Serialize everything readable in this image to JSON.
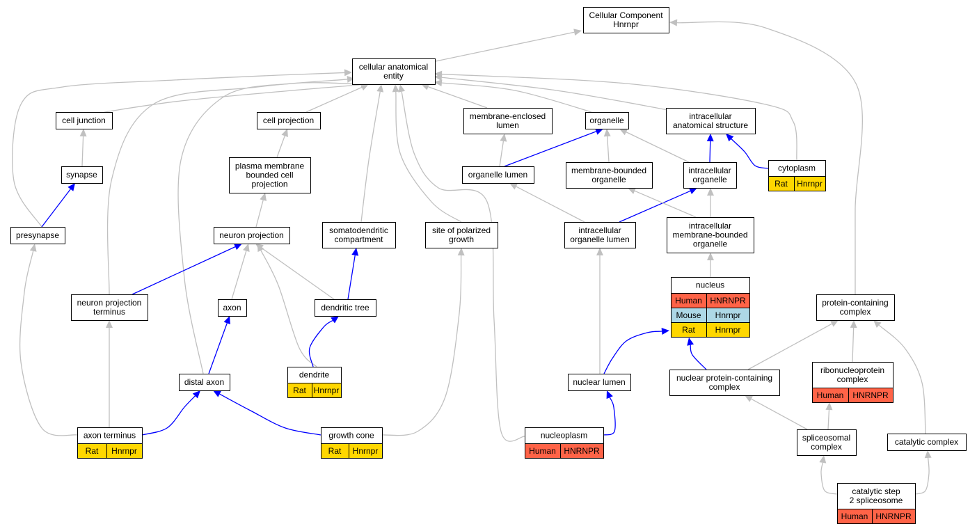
{
  "colors": {
    "gray_edge": "#c0c0c0",
    "blue_edge": "#0000ff",
    "Human": "#ff6347",
    "Mouse": "#add8e6",
    "Rat": "#ffd700"
  },
  "nodes": {
    "cc": {
      "lines": [
        "Cellular Component",
        "Hnrnpr"
      ]
    },
    "cae": {
      "lines": [
        "cellular anatomical",
        "entity"
      ]
    },
    "cj": {
      "lines": [
        "cell junction"
      ]
    },
    "cp": {
      "lines": [
        "cell projection"
      ]
    },
    "mel": {
      "lines": [
        "membrane-enclosed",
        "lumen"
      ]
    },
    "org": {
      "lines": [
        "organelle"
      ]
    },
    "ias": {
      "lines": [
        "intracellular",
        "anatomical structure"
      ]
    },
    "syn": {
      "lines": [
        "synapse"
      ]
    },
    "pmbcp": {
      "lines": [
        "plasma membrane",
        "bounded cell",
        "projection"
      ]
    },
    "orglum": {
      "lines": [
        "organelle lumen"
      ]
    },
    "mbo": {
      "lines": [
        "membrane-bounded",
        "organelle"
      ]
    },
    "io": {
      "lines": [
        "intracellular",
        "organelle"
      ]
    },
    "cyto": {
      "lines": [
        "cytoplasm"
      ],
      "rows": [
        [
          "Rat",
          "Hnrnpr"
        ]
      ]
    },
    "pre": {
      "lines": [
        "presynapse"
      ]
    },
    "np": {
      "lines": [
        "neuron projection"
      ]
    },
    "sdc": {
      "lines": [
        "somatodendritic",
        "compartment"
      ]
    },
    "spg": {
      "lines": [
        "site of polarized",
        "growth"
      ]
    },
    "iol": {
      "lines": [
        "intracellular",
        "organelle lumen"
      ]
    },
    "imbo": {
      "lines": [
        "intracellular",
        "membrane-bounded",
        "organelle"
      ]
    },
    "nucleus": {
      "lines": [
        "nucleus"
      ],
      "rows": [
        [
          "Human",
          "HNRNPR"
        ],
        [
          "Mouse",
          "Hnrnpr"
        ],
        [
          "Rat",
          "Hnrnpr"
        ]
      ]
    },
    "pcc": {
      "lines": [
        "protein-containing",
        "complex"
      ]
    },
    "npt": {
      "lines": [
        "neuron projection",
        "terminus"
      ]
    },
    "axon": {
      "lines": [
        "axon"
      ]
    },
    "dt": {
      "lines": [
        "dendritic tree"
      ]
    },
    "dendrite": {
      "lines": [
        "dendrite"
      ],
      "rows": [
        [
          "Rat",
          "Hnrnpr"
        ]
      ]
    },
    "rnp": {
      "lines": [
        "ribonucleoprotein",
        "complex"
      ],
      "rows": [
        [
          "Human",
          "HNRNPR"
        ]
      ]
    },
    "da": {
      "lines": [
        "distal axon"
      ]
    },
    "nl": {
      "lines": [
        "nuclear lumen"
      ]
    },
    "npcc": {
      "lines": [
        "nuclear protein-containing",
        "complex"
      ]
    },
    "at": {
      "lines": [
        "axon terminus"
      ],
      "rows": [
        [
          "Rat",
          "Hnrnpr"
        ]
      ]
    },
    "gc": {
      "lines": [
        "growth cone"
      ],
      "rows": [
        [
          "Rat",
          "Hnrnpr"
        ]
      ]
    },
    "nucleoplasm": {
      "lines": [
        "nucleoplasm"
      ],
      "rows": [
        [
          "Human",
          "HNRNPR"
        ]
      ]
    },
    "sc": {
      "lines": [
        "spliceosomal",
        "complex"
      ]
    },
    "catc": {
      "lines": [
        "catalytic complex"
      ]
    },
    "cs2": {
      "lines": [
        "catalytic step",
        "2 spliceosome"
      ],
      "rows": [
        [
          "Human",
          "HNRNPR"
        ]
      ]
    }
  },
  "edges": [
    {
      "from": "cae",
      "to": "cc",
      "type": "is_a"
    },
    {
      "from": "pcc",
      "to": "cc",
      "type": "is_a"
    },
    {
      "from": "cj",
      "to": "cae",
      "type": "is_a"
    },
    {
      "from": "cp",
      "to": "cae",
      "type": "is_a"
    },
    {
      "from": "mel",
      "to": "cae",
      "type": "is_a"
    },
    {
      "from": "org",
      "to": "cae",
      "type": "is_a"
    },
    {
      "from": "ias",
      "to": "cae",
      "type": "is_a"
    },
    {
      "from": "cyto",
      "to": "cae",
      "type": "is_a"
    },
    {
      "from": "pre",
      "to": "cae",
      "type": "is_a"
    },
    {
      "from": "npt",
      "to": "cae",
      "type": "is_a"
    },
    {
      "from": "da",
      "to": "cae",
      "type": "is_a"
    },
    {
      "from": "sdc",
      "to": "cae",
      "type": "is_a"
    },
    {
      "from": "spg",
      "to": "cae",
      "type": "is_a"
    },
    {
      "from": "nucleoplasm",
      "to": "cae",
      "type": "is_a"
    },
    {
      "from": "syn",
      "to": "cj",
      "type": "is_a"
    },
    {
      "from": "pmbcp",
      "to": "cp",
      "type": "is_a"
    },
    {
      "from": "orglum",
      "to": "mel",
      "type": "is_a"
    },
    {
      "from": "orglum",
      "to": "org",
      "type": "part_of"
    },
    {
      "from": "mbo",
      "to": "org",
      "type": "is_a"
    },
    {
      "from": "io",
      "to": "org",
      "type": "is_a"
    },
    {
      "from": "io",
      "to": "ias",
      "type": "part_of"
    },
    {
      "from": "cyto",
      "to": "ias",
      "type": "part_of"
    },
    {
      "from": "pre",
      "to": "syn",
      "type": "part_of"
    },
    {
      "from": "np",
      "to": "pmbcp",
      "type": "is_a"
    },
    {
      "from": "iol",
      "to": "orglum",
      "type": "is_a"
    },
    {
      "from": "iol",
      "to": "io",
      "type": "part_of"
    },
    {
      "from": "imbo",
      "to": "mbo",
      "type": "is_a"
    },
    {
      "from": "imbo",
      "to": "io",
      "type": "is_a"
    },
    {
      "from": "nucleus",
      "to": "imbo",
      "type": "is_a"
    },
    {
      "from": "npt",
      "to": "np",
      "type": "part_of"
    },
    {
      "from": "axon",
      "to": "np",
      "type": "is_a"
    },
    {
      "from": "dt",
      "to": "np",
      "type": "is_a"
    },
    {
      "from": "dendrite",
      "to": "np",
      "type": "is_a"
    },
    {
      "from": "dt",
      "to": "sdc",
      "type": "part_of"
    },
    {
      "from": "dendrite",
      "to": "dt",
      "type": "part_of"
    },
    {
      "from": "da",
      "to": "axon",
      "type": "part_of"
    },
    {
      "from": "at",
      "to": "pre",
      "type": "is_a"
    },
    {
      "from": "at",
      "to": "npt",
      "type": "is_a"
    },
    {
      "from": "at",
      "to": "da",
      "type": "part_of"
    },
    {
      "from": "gc",
      "to": "da",
      "type": "part_of"
    },
    {
      "from": "gc",
      "to": "spg",
      "type": "is_a"
    },
    {
      "from": "nl",
      "to": "iol",
      "type": "is_a"
    },
    {
      "from": "nl",
      "to": "nucleus",
      "type": "part_of"
    },
    {
      "from": "npcc",
      "to": "nucleus",
      "type": "part_of"
    },
    {
      "from": "npcc",
      "to": "pcc",
      "type": "is_a"
    },
    {
      "from": "rnp",
      "to": "pcc",
      "type": "is_a"
    },
    {
      "from": "catc",
      "to": "pcc",
      "type": "is_a"
    },
    {
      "from": "nucleoplasm",
      "to": "nl",
      "type": "part_of"
    },
    {
      "from": "sc",
      "to": "npcc",
      "type": "is_a"
    },
    {
      "from": "sc",
      "to": "rnp",
      "type": "is_a"
    },
    {
      "from": "cs2",
      "to": "sc",
      "type": "is_a"
    },
    {
      "from": "cs2",
      "to": "catc",
      "type": "is_a"
    }
  ]
}
